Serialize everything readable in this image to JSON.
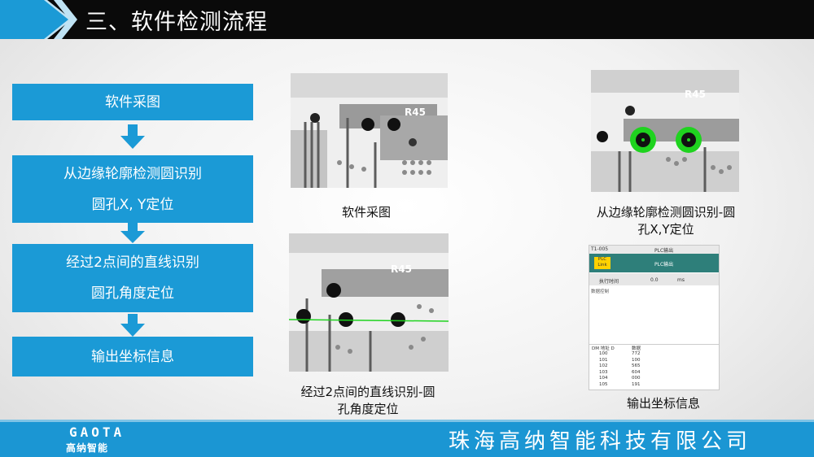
{
  "header": {
    "title": "三、软件检测流程"
  },
  "flow": {
    "step1": "软件采图",
    "step2_line1": "从边缘轮廓检测圆识别",
    "step2_line2": "圆孔X, Y定位",
    "step3_line1": "经过2点间的直线识别",
    "step3_line2": "圆孔角度定位",
    "step4": "输出坐标信息"
  },
  "images": {
    "pcb_label": "R45",
    "pcb_label_small": "45",
    "cap1": "软件采图",
    "cap2_line1": "从边缘轮廓检测圆识别-圆",
    "cap2_line2": "孔X,Y定位",
    "cap3_line1": "经过2点间的直线识别-圆",
    "cap3_line2": "孔角度定位",
    "cap4": "输出坐标信息"
  },
  "plc": {
    "window_id": "T1-005",
    "window_title": "PLC输出",
    "plc_button_line1": "PLC",
    "plc_button_line2": "Link",
    "panel_title": "PLC输出",
    "time_label": "执行时间",
    "time_value": "0.0",
    "time_unit": "ms",
    "section_label": "数据控制",
    "col_addr": "DM 地址 D",
    "col_data": "数据",
    "rows": [
      {
        "addr": "100",
        "data": "772"
      },
      {
        "addr": "101",
        "data": "100"
      },
      {
        "addr": "102",
        "data": "565"
      },
      {
        "addr": "103",
        "data": "604"
      },
      {
        "addr": "104",
        "data": "000"
      },
      {
        "addr": "105",
        "data": "191"
      }
    ]
  },
  "footer": {
    "logo_en": "GAOTA",
    "logo_cn": "高纳智能",
    "company": "珠海高纳智能科技有限公司"
  },
  "colors": {
    "accent": "#1b9ad6",
    "title_bar": "#0a0a0a",
    "detect_green": "#1fd31f"
  }
}
